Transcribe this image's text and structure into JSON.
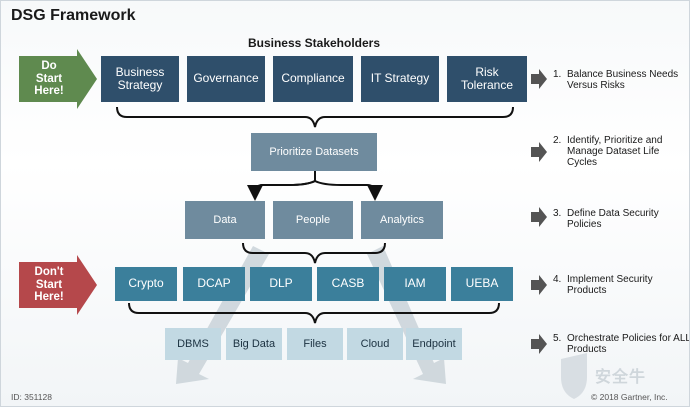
{
  "title": "DSG Framework",
  "stakeholders_label": "Business Stakeholders",
  "do_start": "Do\nStart\nHere!",
  "dont_start": "Don't\nStart\nHere!",
  "stakeholders": [
    "Business\nStrategy",
    "Governance",
    "Compliance",
    "IT Strategy",
    "Risk\nTolerance"
  ],
  "prioritize": "Prioritize Datasets",
  "policy_areas": [
    "Data",
    "People",
    "Analytics"
  ],
  "security_products": [
    "Crypto",
    "DCAP",
    "DLP",
    "CASB",
    "IAM",
    "UEBA"
  ],
  "data_locations": [
    "DBMS",
    "Big Data",
    "Files",
    "Cloud",
    "Endpoint"
  ],
  "steps": [
    {
      "num": "1.",
      "text": "Balance Business Needs Versus Risks"
    },
    {
      "num": "2.",
      "text": "Identify, Prioritize and Manage Dataset Life Cycles"
    },
    {
      "num": "3.",
      "text": "Define Data Security Policies"
    },
    {
      "num": "4.",
      "text": "Implement Security Products"
    },
    {
      "num": "5.",
      "text": "Orchestrate Policies for ALL Products"
    }
  ],
  "footer_id": "ID: 351128",
  "footer_copyright": "© 2018 Gartner, Inc.",
  "watermark": "安全牛",
  "colors": {
    "dark": "#2f4f6b",
    "mid": "#6f8b9e",
    "teal": "#3b7f9b",
    "light": "#c2d9e3",
    "do": "#5f8a4f",
    "dont": "#b5484b",
    "arrow": "#545454"
  }
}
